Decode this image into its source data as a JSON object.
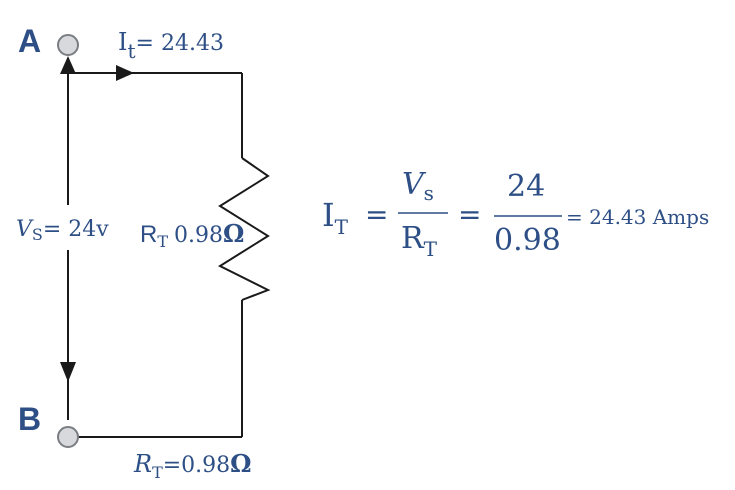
{
  "nodes": {
    "a_label": "A",
    "b_label": "B"
  },
  "current": {
    "symbol": "I",
    "subscript": "t",
    "value_text": "= 24.43"
  },
  "source": {
    "symbol": "V",
    "subscript": "S",
    "value_text": "= 24v"
  },
  "resistor": {
    "symbol": "R",
    "subscript": "T",
    "value_text": "0.98",
    "unit": "Ω"
  },
  "bottom_label": {
    "symbol": "R",
    "subscript": "T",
    "value_text": "=0.98",
    "unit": "Ω"
  },
  "equation": {
    "lhs_symbol": "I",
    "lhs_subscript": "T",
    "eq1": "=",
    "num1_symbol": "V",
    "num1_subscript": "s",
    "den1_symbol": "R",
    "den1_subscript": "T",
    "eq2": "=",
    "num2": "24",
    "den2": "0.98",
    "result": "= 24.43 Amps"
  },
  "colors": {
    "text": "#2d4f86",
    "wire": "#1a1a1a",
    "terminal_fill": "#d7d9dc",
    "terminal_stroke": "#7a7d82"
  }
}
